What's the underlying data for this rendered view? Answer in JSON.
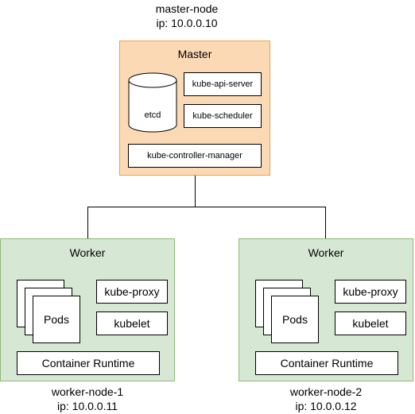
{
  "master": {
    "node_name": "master-node",
    "ip": "ip: 10.0.0.10",
    "title": "Master",
    "etcd": "etcd",
    "api_server": "kube-api-server",
    "scheduler": "kube-scheduler",
    "controller_manager": "kube-controller-manager"
  },
  "workers": [
    {
      "node_name": "worker-node-1",
      "ip": "ip: 10.0.0.11",
      "title": "Worker",
      "pods": "Pods",
      "kube_proxy": "kube-proxy",
      "kubelet": "kubelet",
      "runtime": "Container Runtime"
    },
    {
      "node_name": "worker-node-2",
      "ip": "ip: 10.0.0.12",
      "title": "Worker",
      "pods": "Pods",
      "kube_proxy": "kube-proxy",
      "kubelet": "kubelet",
      "runtime": "Container Runtime"
    }
  ],
  "colors": {
    "master_fill": "#fbd9b5",
    "master_border": "#e6a34d",
    "worker_fill": "#d6e8d4",
    "worker_border": "#8dbb78"
  }
}
